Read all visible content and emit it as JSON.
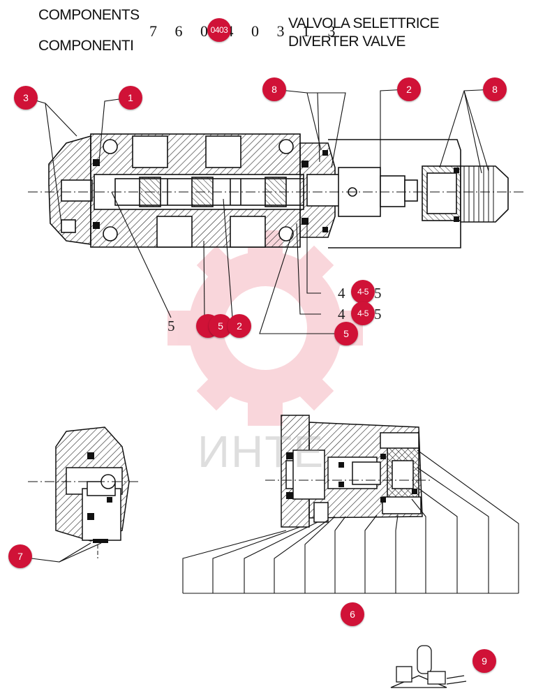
{
  "header": {
    "components_en": "COMPONENTS",
    "components_it": "COMPONENTI",
    "code": "7 6 0 4 0 3 1 3",
    "code_badge": "0403",
    "title_it": "VALVOLA SELETTRICE",
    "title_en": "DIVERTER VALVE"
  },
  "watermark": {
    "text": "ИНТЕ"
  },
  "labels": {
    "lbl_5_left": "5",
    "lbl_4_a": "4",
    "lbl_4_b": "4",
    "lbl_5_a": "5",
    "lbl_5_b": "5"
  },
  "badges": {
    "b1": "1",
    "b2_top": "2",
    "b3": "3",
    "b8_left": "8",
    "b8_right": "8",
    "b45_a": "4-5",
    "b45_b": "4-5",
    "b5_mid": "5",
    "b2_mid": "2",
    "b5_low": "5",
    "b7": "7",
    "b6": "6",
    "b9": "9"
  },
  "colors": {
    "badge": "#d01237",
    "watermark": "#e84a5f"
  }
}
